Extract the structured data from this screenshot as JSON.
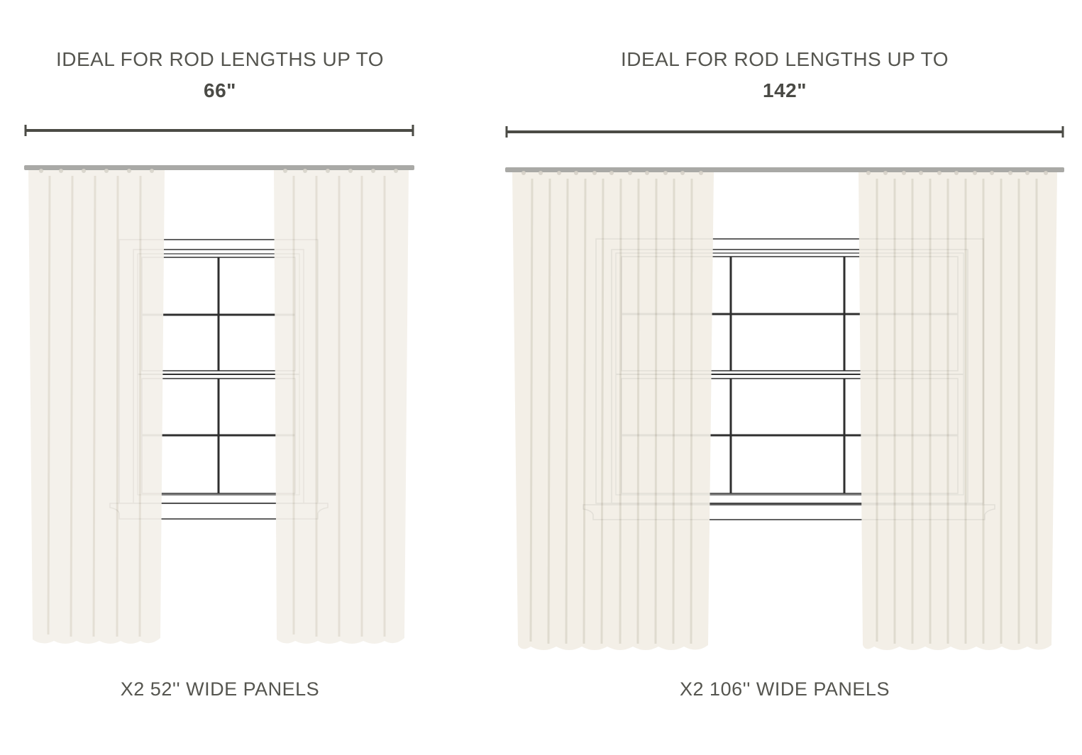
{
  "left": {
    "heading": "IDEAL FOR ROD LENGTHS UP TO",
    "measure": "66\"",
    "footer": "X2 52'' WIDE PANELS"
  },
  "right": {
    "heading": "IDEAL FOR ROD LENGTHS UP TO",
    "measure": "142\"",
    "footer": "X2 106'' WIDE PANELS"
  },
  "colors": {
    "dimension_line": "#4b4b45",
    "rod": "#a9a9a6",
    "curtain": "#f4f1ea",
    "curtain_fold": "#e2ddd2",
    "window_line": "#2f2f2f"
  }
}
